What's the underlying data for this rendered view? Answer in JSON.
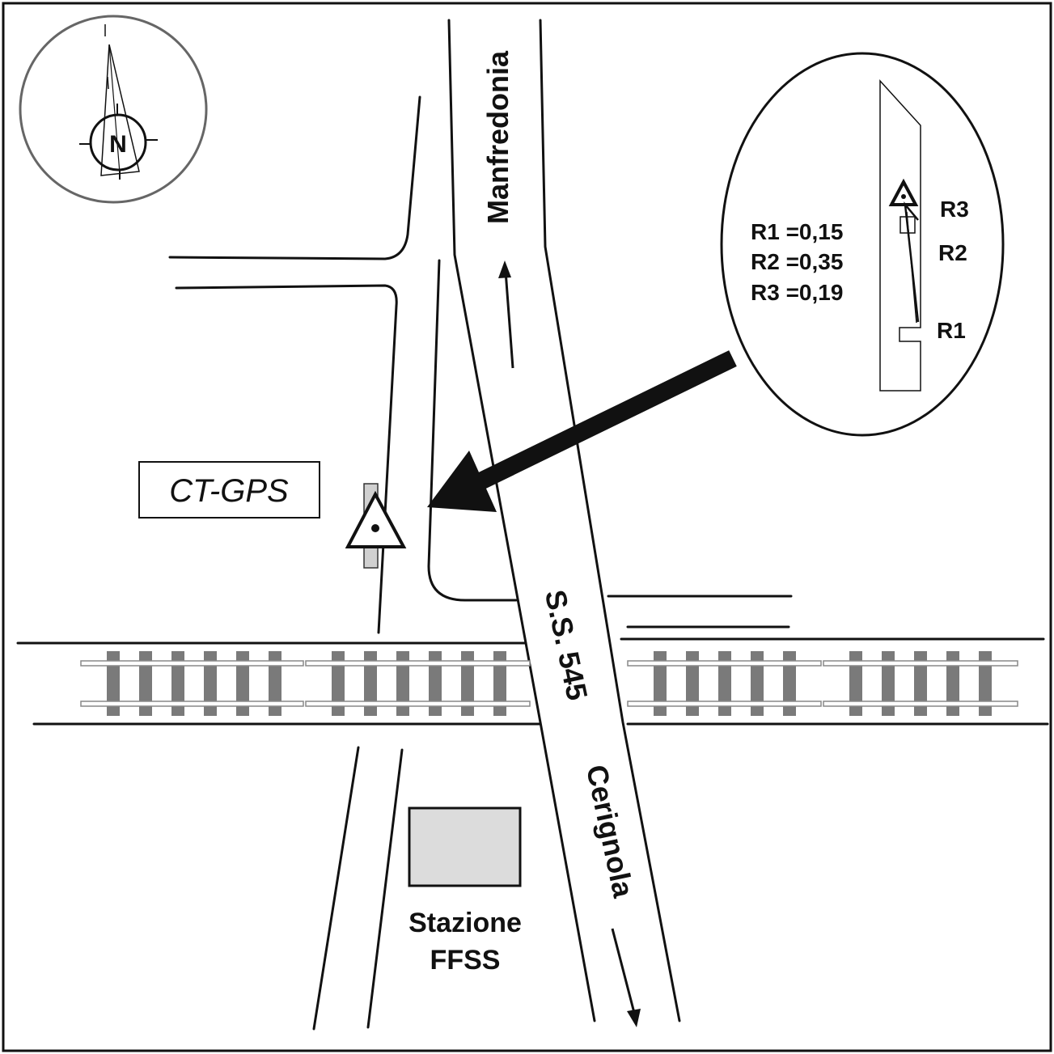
{
  "labels": {
    "road_north": "Manfredonia",
    "road_south": "Cerignola",
    "road_name": "S.S. 545",
    "station_line1": "Stazione",
    "station_line2": "FFSS",
    "site_name": "CT-GPS",
    "compass": "N"
  },
  "inset": {
    "values": [
      "R1 =0,15",
      "R2 =0,35",
      "R3 =0,19"
    ],
    "point_labels": [
      "R3",
      "R2",
      "R1"
    ]
  },
  "colors": {
    "stroke": "#111111",
    "rail_tie": "#7a7a7a",
    "station_fill": "#dcdcdc",
    "compass_ring": "#666666"
  },
  "icons": {
    "compass": "compass-rose-icon",
    "site_marker": "triangle-benchmark-icon",
    "pointer": "thick-arrow-icon"
  }
}
